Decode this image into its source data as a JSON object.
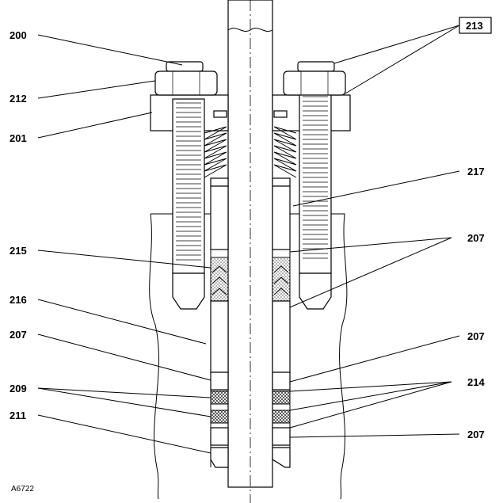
{
  "callouts": {
    "c200": "200",
    "c212": "212",
    "c201": "201",
    "c215": "215",
    "c216": "216",
    "c207_left": "207",
    "c209": "209",
    "c211": "211",
    "c213": "213",
    "c217": "217",
    "c207_right_top": "207",
    "c207_right_mid": "207",
    "c214": "214",
    "c207_right_bottom": "207"
  },
  "figure_id": "A6722",
  "colors": {
    "line": "#000000",
    "background": "#ffffff",
    "packing_fill": "#d9d9d9"
  }
}
